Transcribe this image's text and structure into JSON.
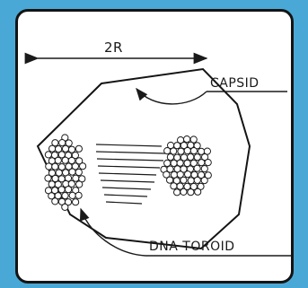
{
  "diagram": {
    "dimension_label": "2R",
    "capsid_label": "CAPSID",
    "dna_label": "DNA TOROID",
    "colors": {
      "background": "#4aa8d6",
      "card": "#ffffff",
      "ink": "#141414"
    }
  }
}
